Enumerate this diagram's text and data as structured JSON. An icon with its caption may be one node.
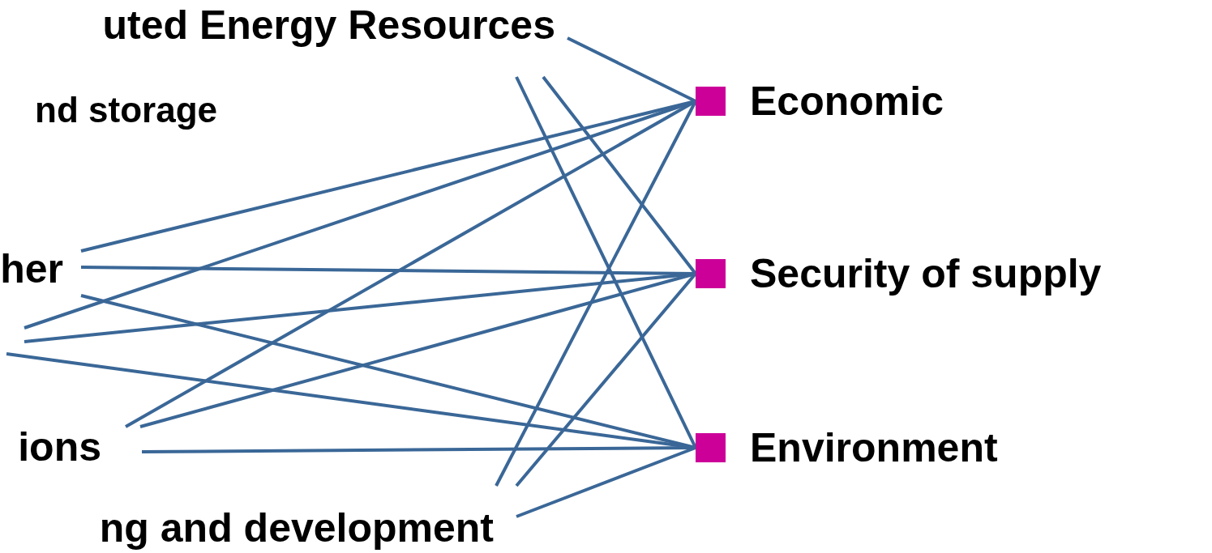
{
  "diagram": {
    "nodes": [
      {
        "text": [
          "uted Energy Resources"
        ]
      },
      {
        "text": [
          "nd storage"
        ]
      },
      {
        "text": [
          "her"
        ]
      },
      {
        "text": [
          "ions"
        ]
      },
      {
        "text": [
          "ng and development"
        ]
      },
      {
        "text": [
          "Economic"
        ]
      },
      {
        "text": [
          "Security of supply"
        ]
      },
      {
        "text": [
          "Environment"
        ]
      }
    ],
    "edges": [
      {
        "from": 0,
        "to": 5,
        "arrow": "none"
      },
      {
        "from": 0,
        "to": 6,
        "arrow": "none"
      },
      {
        "from": 0,
        "to": 7,
        "arrow": "none"
      },
      {
        "from": 2,
        "to": 5,
        "arrow": "none"
      },
      {
        "from": 2,
        "to": 6,
        "arrow": "none"
      },
      {
        "from": 2,
        "to": 7,
        "arrow": "none"
      },
      {
        "from": null,
        "to": 5,
        "arrow": "none"
      },
      {
        "from": null,
        "to": 6,
        "arrow": "none"
      },
      {
        "from": null,
        "to": 7,
        "arrow": "none"
      },
      {
        "from": 3,
        "to": 5,
        "arrow": "none"
      },
      {
        "from": 3,
        "to": 6,
        "arrow": "none"
      },
      {
        "from": 3,
        "to": 7,
        "arrow": "none"
      },
      {
        "from": 4,
        "to": 5,
        "arrow": "none"
      },
      {
        "from": 4,
        "to": 6,
        "arrow": "none"
      },
      {
        "from": 4,
        "to": 7,
        "arrow": "none"
      }
    ]
  }
}
